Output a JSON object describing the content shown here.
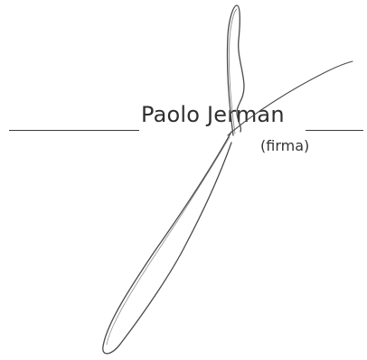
{
  "signature_block": {
    "name": "Paolo Jerman",
    "caption": "(firma)"
  },
  "colors": {
    "ink": "#4a4a4a",
    "text": "#2f2f2f",
    "paper": "#ffffff"
  },
  "icons": {
    "signature": "handwritten-signature"
  }
}
